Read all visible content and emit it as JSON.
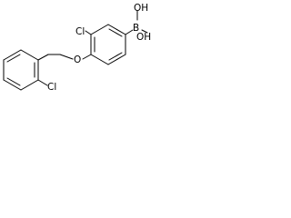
{
  "molecule": {
    "atoms": {
      "boron": "B",
      "hydroxyl_upper": "OH",
      "hydroxyl_lower": "OH",
      "chloro_top": "Cl",
      "ether_oxygen": "O",
      "chloro_benzyl": "Cl"
    },
    "colors": {
      "bond": "#000000",
      "label": "#000000",
      "background": "#ffffff"
    }
  }
}
